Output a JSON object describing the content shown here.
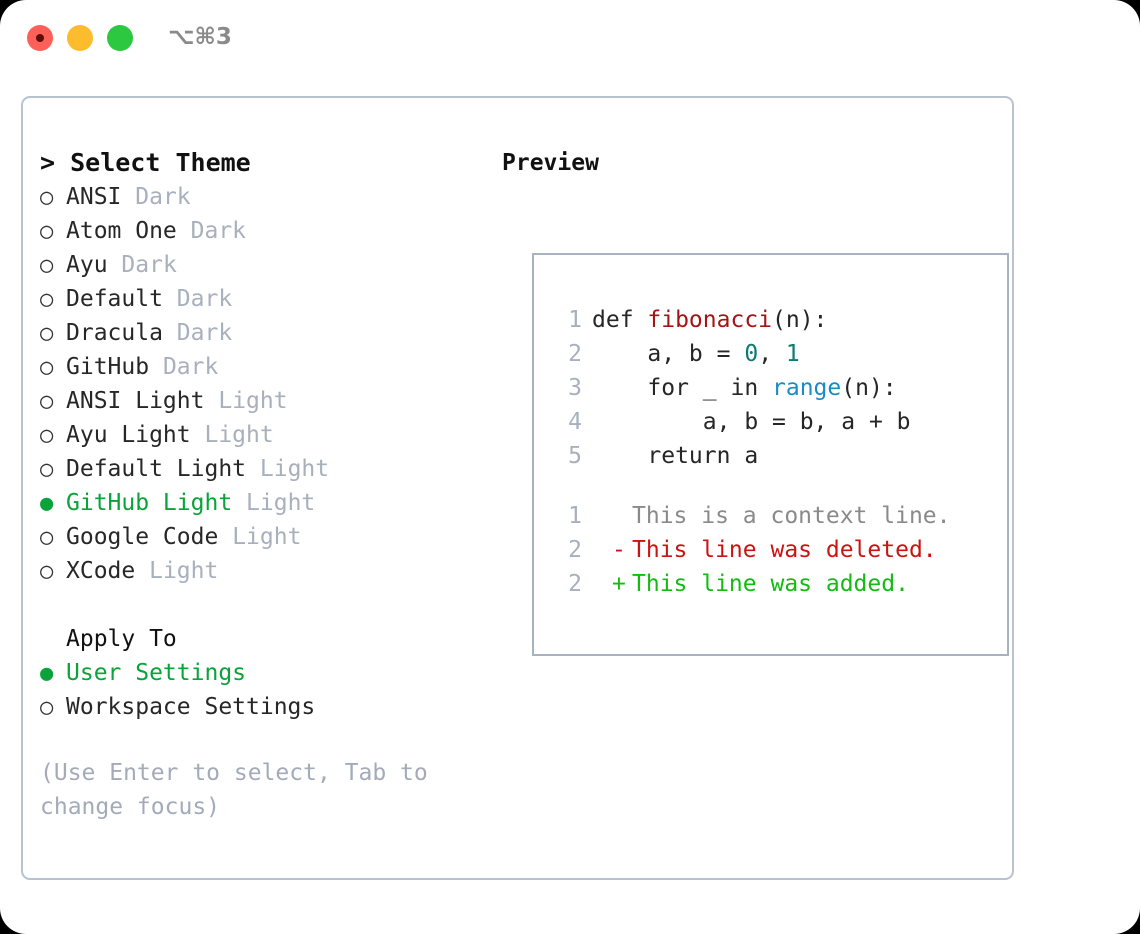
{
  "titlebar": {
    "shortcut": "⌥⌘3",
    "buttons": [
      "close",
      "minimize",
      "zoom"
    ]
  },
  "left_panel": {
    "header": "> Select Theme",
    "themes": [
      {
        "bullet": "○",
        "name": "ANSI",
        "tag": "Dark",
        "selected": false
      },
      {
        "bullet": "○",
        "name": "Atom One",
        "tag": "Dark",
        "selected": false
      },
      {
        "bullet": "○",
        "name": "Ayu",
        "tag": "Dark",
        "selected": false
      },
      {
        "bullet": "○",
        "name": "Default",
        "tag": "Dark",
        "selected": false
      },
      {
        "bullet": "○",
        "name": "Dracula",
        "tag": "Dark",
        "selected": false
      },
      {
        "bullet": "○",
        "name": "GitHub",
        "tag": "Dark",
        "selected": false
      },
      {
        "bullet": "○",
        "name": "ANSI Light",
        "tag": "Light",
        "selected": false
      },
      {
        "bullet": "○",
        "name": "Ayu Light",
        "tag": "Light",
        "selected": false
      },
      {
        "bullet": "○",
        "name": "Default Light",
        "tag": "Light",
        "selected": false
      },
      {
        "bullet": "●",
        "name": "GitHub Light",
        "tag": "Light",
        "selected": true
      },
      {
        "bullet": "○",
        "name": "Google Code",
        "tag": "Light",
        "selected": false
      },
      {
        "bullet": "○",
        "name": "XCode",
        "tag": "Light",
        "selected": false
      }
    ],
    "apply_to": {
      "title": "Apply To",
      "options": [
        {
          "bullet": "●",
          "label": "User Settings",
          "selected": true
        },
        {
          "bullet": "○",
          "label": "Workspace Settings",
          "selected": false
        }
      ]
    },
    "hint": "(Use Enter to select, Tab to change focus)"
  },
  "right_panel": {
    "header": "Preview",
    "code": [
      {
        "no": "1",
        "indent": "",
        "parts": [
          {
            "t": "def ",
            "c": "plain"
          },
          {
            "t": "fibonacci",
            "c": "fn"
          },
          {
            "t": "(n):",
            "c": "plain"
          }
        ]
      },
      {
        "no": "2",
        "indent": "    ",
        "parts": [
          {
            "t": "a, b = ",
            "c": "plain"
          },
          {
            "t": "0",
            "c": "num"
          },
          {
            "t": ", ",
            "c": "plain"
          },
          {
            "t": "1",
            "c": "num"
          }
        ]
      },
      {
        "no": "3",
        "indent": "    ",
        "parts": [
          {
            "t": "for _ in ",
            "c": "plain"
          },
          {
            "t": "range",
            "c": "call"
          },
          {
            "t": "(n):",
            "c": "plain"
          }
        ]
      },
      {
        "no": "4",
        "indent": "        ",
        "parts": [
          {
            "t": "a, b = b, a + b",
            "c": "plain"
          }
        ]
      },
      {
        "no": "5",
        "indent": "    ",
        "parts": [
          {
            "t": "return a",
            "c": "plain"
          }
        ]
      }
    ],
    "diff": [
      {
        "no": "1",
        "marker": " ",
        "text": "This is a context line.",
        "kind": "ctx"
      },
      {
        "no": "2",
        "marker": "-",
        "text": "This line was deleted.",
        "kind": "del"
      },
      {
        "no": "2",
        "marker": "+",
        "text": "This line was added.",
        "kind": "add"
      }
    ]
  },
  "colors": {
    "accent_green": "#0aa33a",
    "diff_add": "#13bb13",
    "diff_del": "#cc1313",
    "muted": "#a8b0bd",
    "panel_border": "#b9c2cf",
    "syntax_function": "#a31515",
    "syntax_number": "#0d7a74",
    "syntax_call": "#1a8bc4"
  }
}
